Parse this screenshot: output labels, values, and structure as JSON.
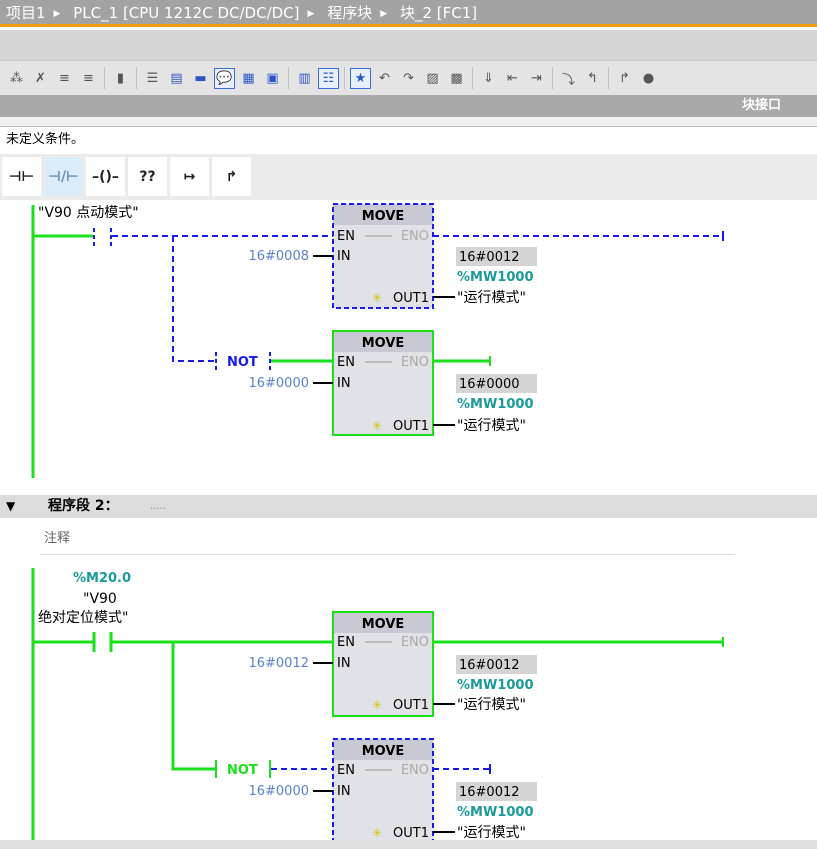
{
  "breadcrumb": [
    "项目1",
    "PLC_1 [CPU 1212C DC/DC/DC]",
    "程序块",
    "块_2 [FC1]"
  ],
  "toolbar_icons": [
    "insert-network-icon",
    "delete-network-icon",
    "insert-row-icon",
    "append-row-icon",
    "reset-icon",
    "absolute-symbolic-icon",
    "expand-networks-icon",
    "collapse-networks-icon",
    "comments-icon",
    "variable-info-icon",
    "navigation-icon",
    "favorites-icon",
    "list-icon",
    "favorites-star-icon",
    "goto-error-icon",
    "goto-next-error-icon",
    "monitor-icon",
    "monitor-all-icon",
    "compare-icon",
    "indent-icon",
    "outdent-icon",
    "split-icon",
    "go-previous-icon",
    "go-next-icon",
    "settings-icon"
  ],
  "interface_label": "块接口",
  "condition_text": "未定义条件。",
  "ladder_buttons": [
    {
      "name": "no-contact",
      "glyph": "⊣⊢"
    },
    {
      "name": "nc-contact",
      "glyph": "⊣/⊢"
    },
    {
      "name": "coil",
      "glyph": "–()–"
    },
    {
      "name": "empty-box",
      "glyph": "??"
    },
    {
      "name": "open-branch",
      "glyph": "↦"
    },
    {
      "name": "close-branch",
      "glyph": "↱"
    }
  ],
  "network1": {
    "contact_label": "\"V90 点动模式\"",
    "box1": {
      "title": "MOVE",
      "en": "EN",
      "eno": "ENO",
      "in": "IN",
      "out": "OUT1",
      "in_value": "16#0008",
      "monitor": "16#0012",
      "address": "%MW1000",
      "tag": "\"运行模式\""
    },
    "not_label": "NOT",
    "box2": {
      "title": "MOVE",
      "en": "EN",
      "eno": "ENO",
      "in": "IN",
      "out": "OUT1",
      "in_value": "16#0000",
      "monitor": "16#0000",
      "address": "%MW1000",
      "tag": "\"运行模式\""
    }
  },
  "network2": {
    "header": "程序段 2：",
    "title_placeholder": ".....",
    "comment": "注释",
    "contact_address": "%M20.0",
    "contact_label_1": "\"V90",
    "contact_label_2": "绝对定位模式\"",
    "box1": {
      "title": "MOVE",
      "en": "EN",
      "eno": "ENO",
      "in": "IN",
      "out": "OUT1",
      "in_value": "16#0012",
      "monitor": "16#0012",
      "address": "%MW1000",
      "tag": "\"运行模式\""
    },
    "not_label": "NOT",
    "box2": {
      "title": "MOVE",
      "en": "EN",
      "eno": "ENO",
      "in": "IN",
      "out": "OUT1",
      "in_value": "16#0000",
      "monitor": "16#0012",
      "address": "%MW1000",
      "tag": "\"运行模式\""
    }
  },
  "colors": {
    "powered": "#19e019",
    "unpowered": "#1a1aef",
    "address": "#1a9a9a",
    "constant": "#5a7fd0"
  }
}
